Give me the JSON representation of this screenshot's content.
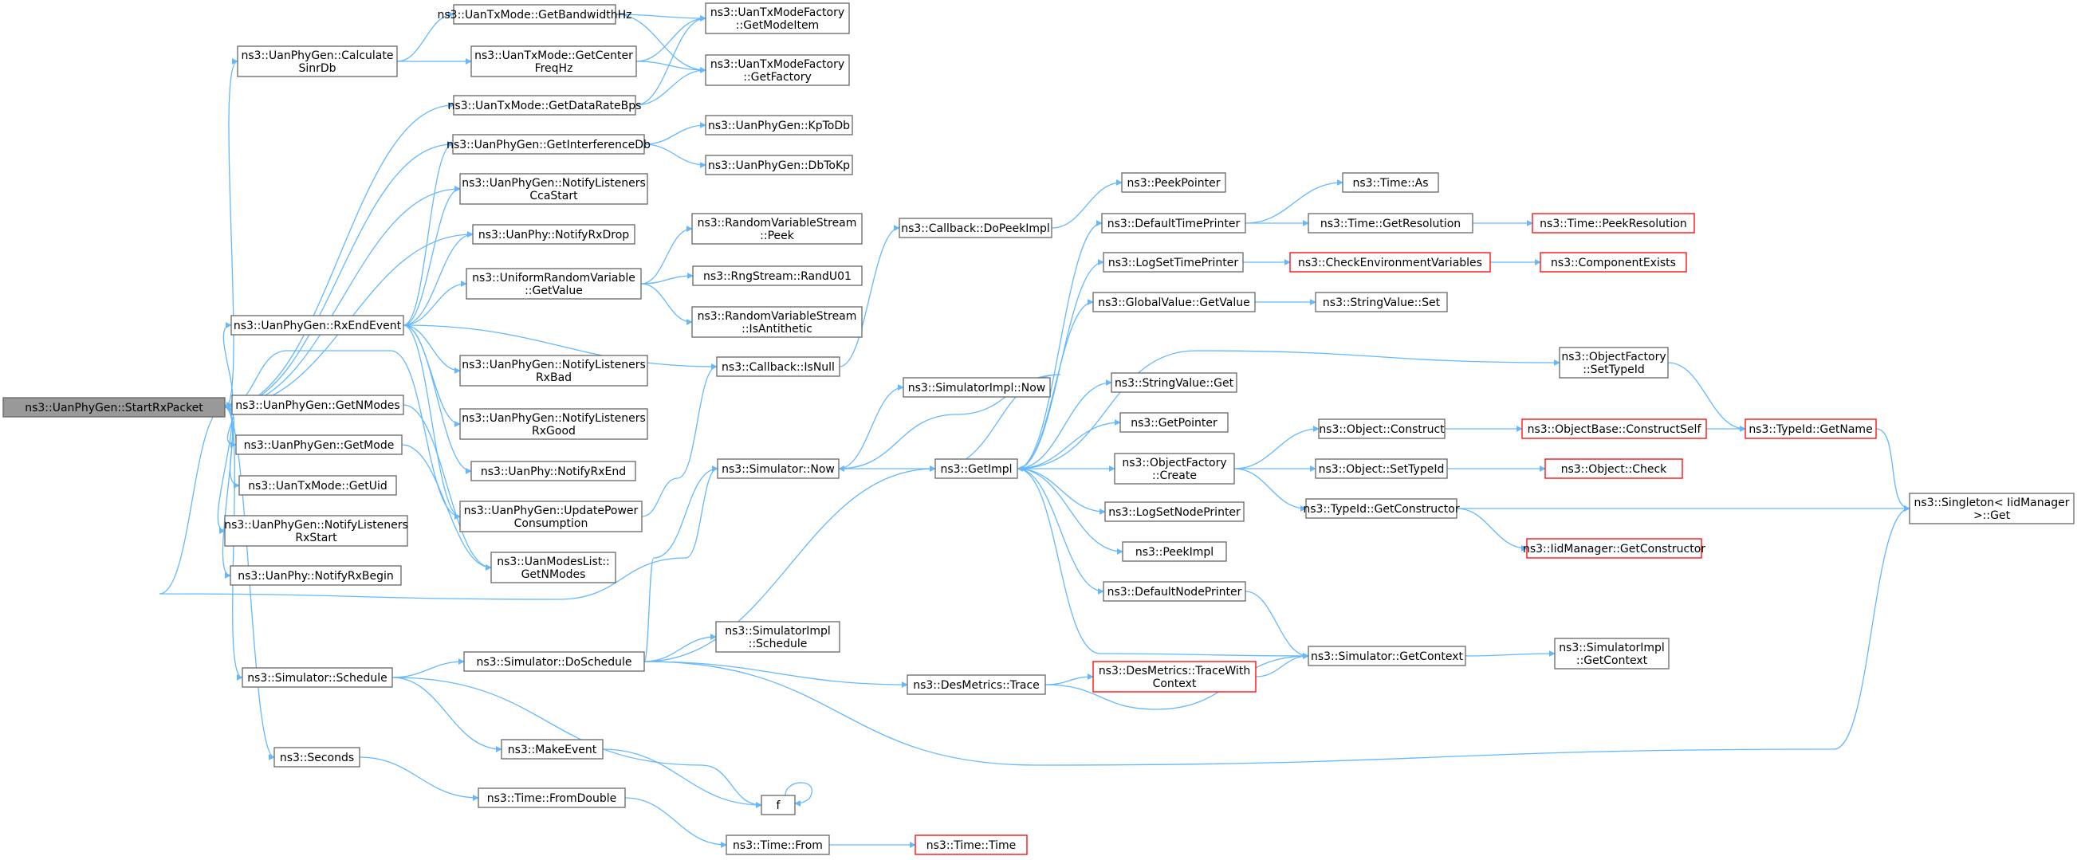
{
  "colors": {
    "edge": "#63b8ff",
    "node_border": "#666666",
    "node_border_incomplete": "#ff0000",
    "root_fill": "#999999"
  },
  "nodes": {
    "startrx": [
      "ns3::UanPhyGen::StartRxPacket"
    ],
    "calcsinr": [
      "ns3::UanPhyGen::Calculate",
      "SinrDb"
    ],
    "getbw": [
      "ns3::UanTxMode::GetBandwidthHz"
    ],
    "getcenter": [
      "ns3::UanTxMode::GetCenter",
      "FreqHz"
    ],
    "getdatarate": [
      "ns3::UanTxMode::GetDataRateBps"
    ],
    "getmodeitem": [
      "ns3::UanTxModeFactory",
      "::GetModeItem"
    ],
    "getfactory": [
      "ns3::UanTxModeFactory",
      "::GetFactory"
    ],
    "getinterf": [
      "ns3::UanPhyGen::GetInterferenceDb"
    ],
    "kptodb": [
      "ns3::UanPhyGen::KpToDb"
    ],
    "dbtokp": [
      "ns3::UanPhyGen::DbToKp"
    ],
    "notifycca": [
      "ns3::UanPhyGen::NotifyListeners",
      "CcaStart"
    ],
    "notifyrxdrop": [
      "ns3::UanPhy::NotifyRxDrop"
    ],
    "urvgetvalue": [
      "ns3::UniformRandomVariable",
      "::GetValue"
    ],
    "rvspeek": [
      "ns3::RandomVariableStream",
      "::Peek"
    ],
    "randu01": [
      "ns3::RngStream::RandU01"
    ],
    "rvsanti": [
      "ns3::RandomVariableStream",
      "::IsAntithetic"
    ],
    "rxend": [
      "ns3::UanPhyGen::RxEndEvent"
    ],
    "notifyrxbad": [
      "ns3::UanPhyGen::NotifyListeners",
      "RxBad"
    ],
    "notifyrxgood": [
      "ns3::UanPhyGen::NotifyListeners",
      "RxGood"
    ],
    "notifyrxend": [
      "ns3::UanPhy::NotifyRxEnd"
    ],
    "updatepower": [
      "ns3::UanPhyGen::UpdatePower",
      "Consumption"
    ],
    "getnmodes": [
      "ns3::UanPhyGen::GetNModes"
    ],
    "getmode": [
      "ns3::UanPhyGen::GetMode"
    ],
    "getuid": [
      "ns3::UanTxMode::GetUid"
    ],
    "notifyrxstart": [
      "ns3::UanPhyGen::NotifyListeners",
      "RxStart"
    ],
    "notifyrxbegin": [
      "ns3::UanPhy::NotifyRxBegin"
    ],
    "modeslist": [
      "ns3::UanModesList::",
      "GetNModes"
    ],
    "simschedule": [
      "ns3::Simulator::Schedule"
    ],
    "seconds": [
      "ns3::Seconds"
    ],
    "dopeekimpl": [
      "ns3::Callback::DoPeekImpl"
    ],
    "isnull": [
      "ns3::Callback::IsNull"
    ],
    "simimplnow": [
      "ns3::SimulatorImpl::Now"
    ],
    "simnow": [
      "ns3::Simulator::Now"
    ],
    "doschedule": [
      "ns3::Simulator::DoSchedule"
    ],
    "simimplschedule": [
      "ns3::SimulatorImpl",
      "::Schedule"
    ],
    "desmetrics": [
      "ns3::DesMetrics::Trace"
    ],
    "makeevent": [
      "ns3::MakeEvent"
    ],
    "timefromdouble": [
      "ns3::Time::FromDouble"
    ],
    "f": [
      "f"
    ],
    "timefrom": [
      "ns3::Time::From"
    ],
    "timetime": [
      "ns3::Time::Time"
    ],
    "peekpointer": [
      "ns3::PeekPointer"
    ],
    "deftimeprinter": [
      "ns3::DefaultTimePrinter"
    ],
    "logsettime": [
      "ns3::LogSetTimePrinter"
    ],
    "gvgetvalue": [
      "ns3::GlobalValue::GetValue"
    ],
    "strget": [
      "ns3::StringValue::Get"
    ],
    "getpointer": [
      "ns3::GetPointer"
    ],
    "ofcreate": [
      "ns3::ObjectFactory",
      "::Create"
    ],
    "logsetnode": [
      "ns3::LogSetNodePrinter"
    ],
    "peekimpl": [
      "ns3::PeekImpl"
    ],
    "defnodeprinter": [
      "ns3::DefaultNodePrinter"
    ],
    "getimpl": [
      "ns3::GetImpl"
    ],
    "timeas": [
      "ns3::Time::As"
    ],
    "timegetres": [
      "ns3::Time::GetResolution"
    ],
    "checkenv": [
      "ns3::CheckEnvironmentVariables"
    ],
    "strset": [
      "ns3::StringValue::Set"
    ],
    "objconstruct": [
      "ns3::Object::Construct"
    ],
    "objsettypeid": [
      "ns3::Object::SetTypeId"
    ],
    "typeidgetctor": [
      "ns3::TypeId::GetConstructor"
    ],
    "simgetcontext": [
      "ns3::Simulator::GetContext"
    ],
    "desmetricsctx": [
      "ns3::DesMetrics::TraceWith",
      "Context"
    ],
    "timepeekres": [
      "ns3::Time::PeekResolution"
    ],
    "compexists": [
      "ns3::ComponentExists"
    ],
    "ofsettypeid": [
      "ns3::ObjectFactory",
      "::SetTypeId"
    ],
    "objbasector": [
      "ns3::ObjectBase::ConstructSelf"
    ],
    "objcheck": [
      "ns3::Object::Check"
    ],
    "iidgetctor": [
      "ns3::IidManager::GetConstructor"
    ],
    "simimplctx": [
      "ns3::SimulatorImpl",
      "::GetContext"
    ],
    "typeidgetname": [
      "ns3::TypeId::GetName"
    ],
    "singleton": [
      "ns3::Singleton< IidManager",
      ">::Get"
    ]
  }
}
